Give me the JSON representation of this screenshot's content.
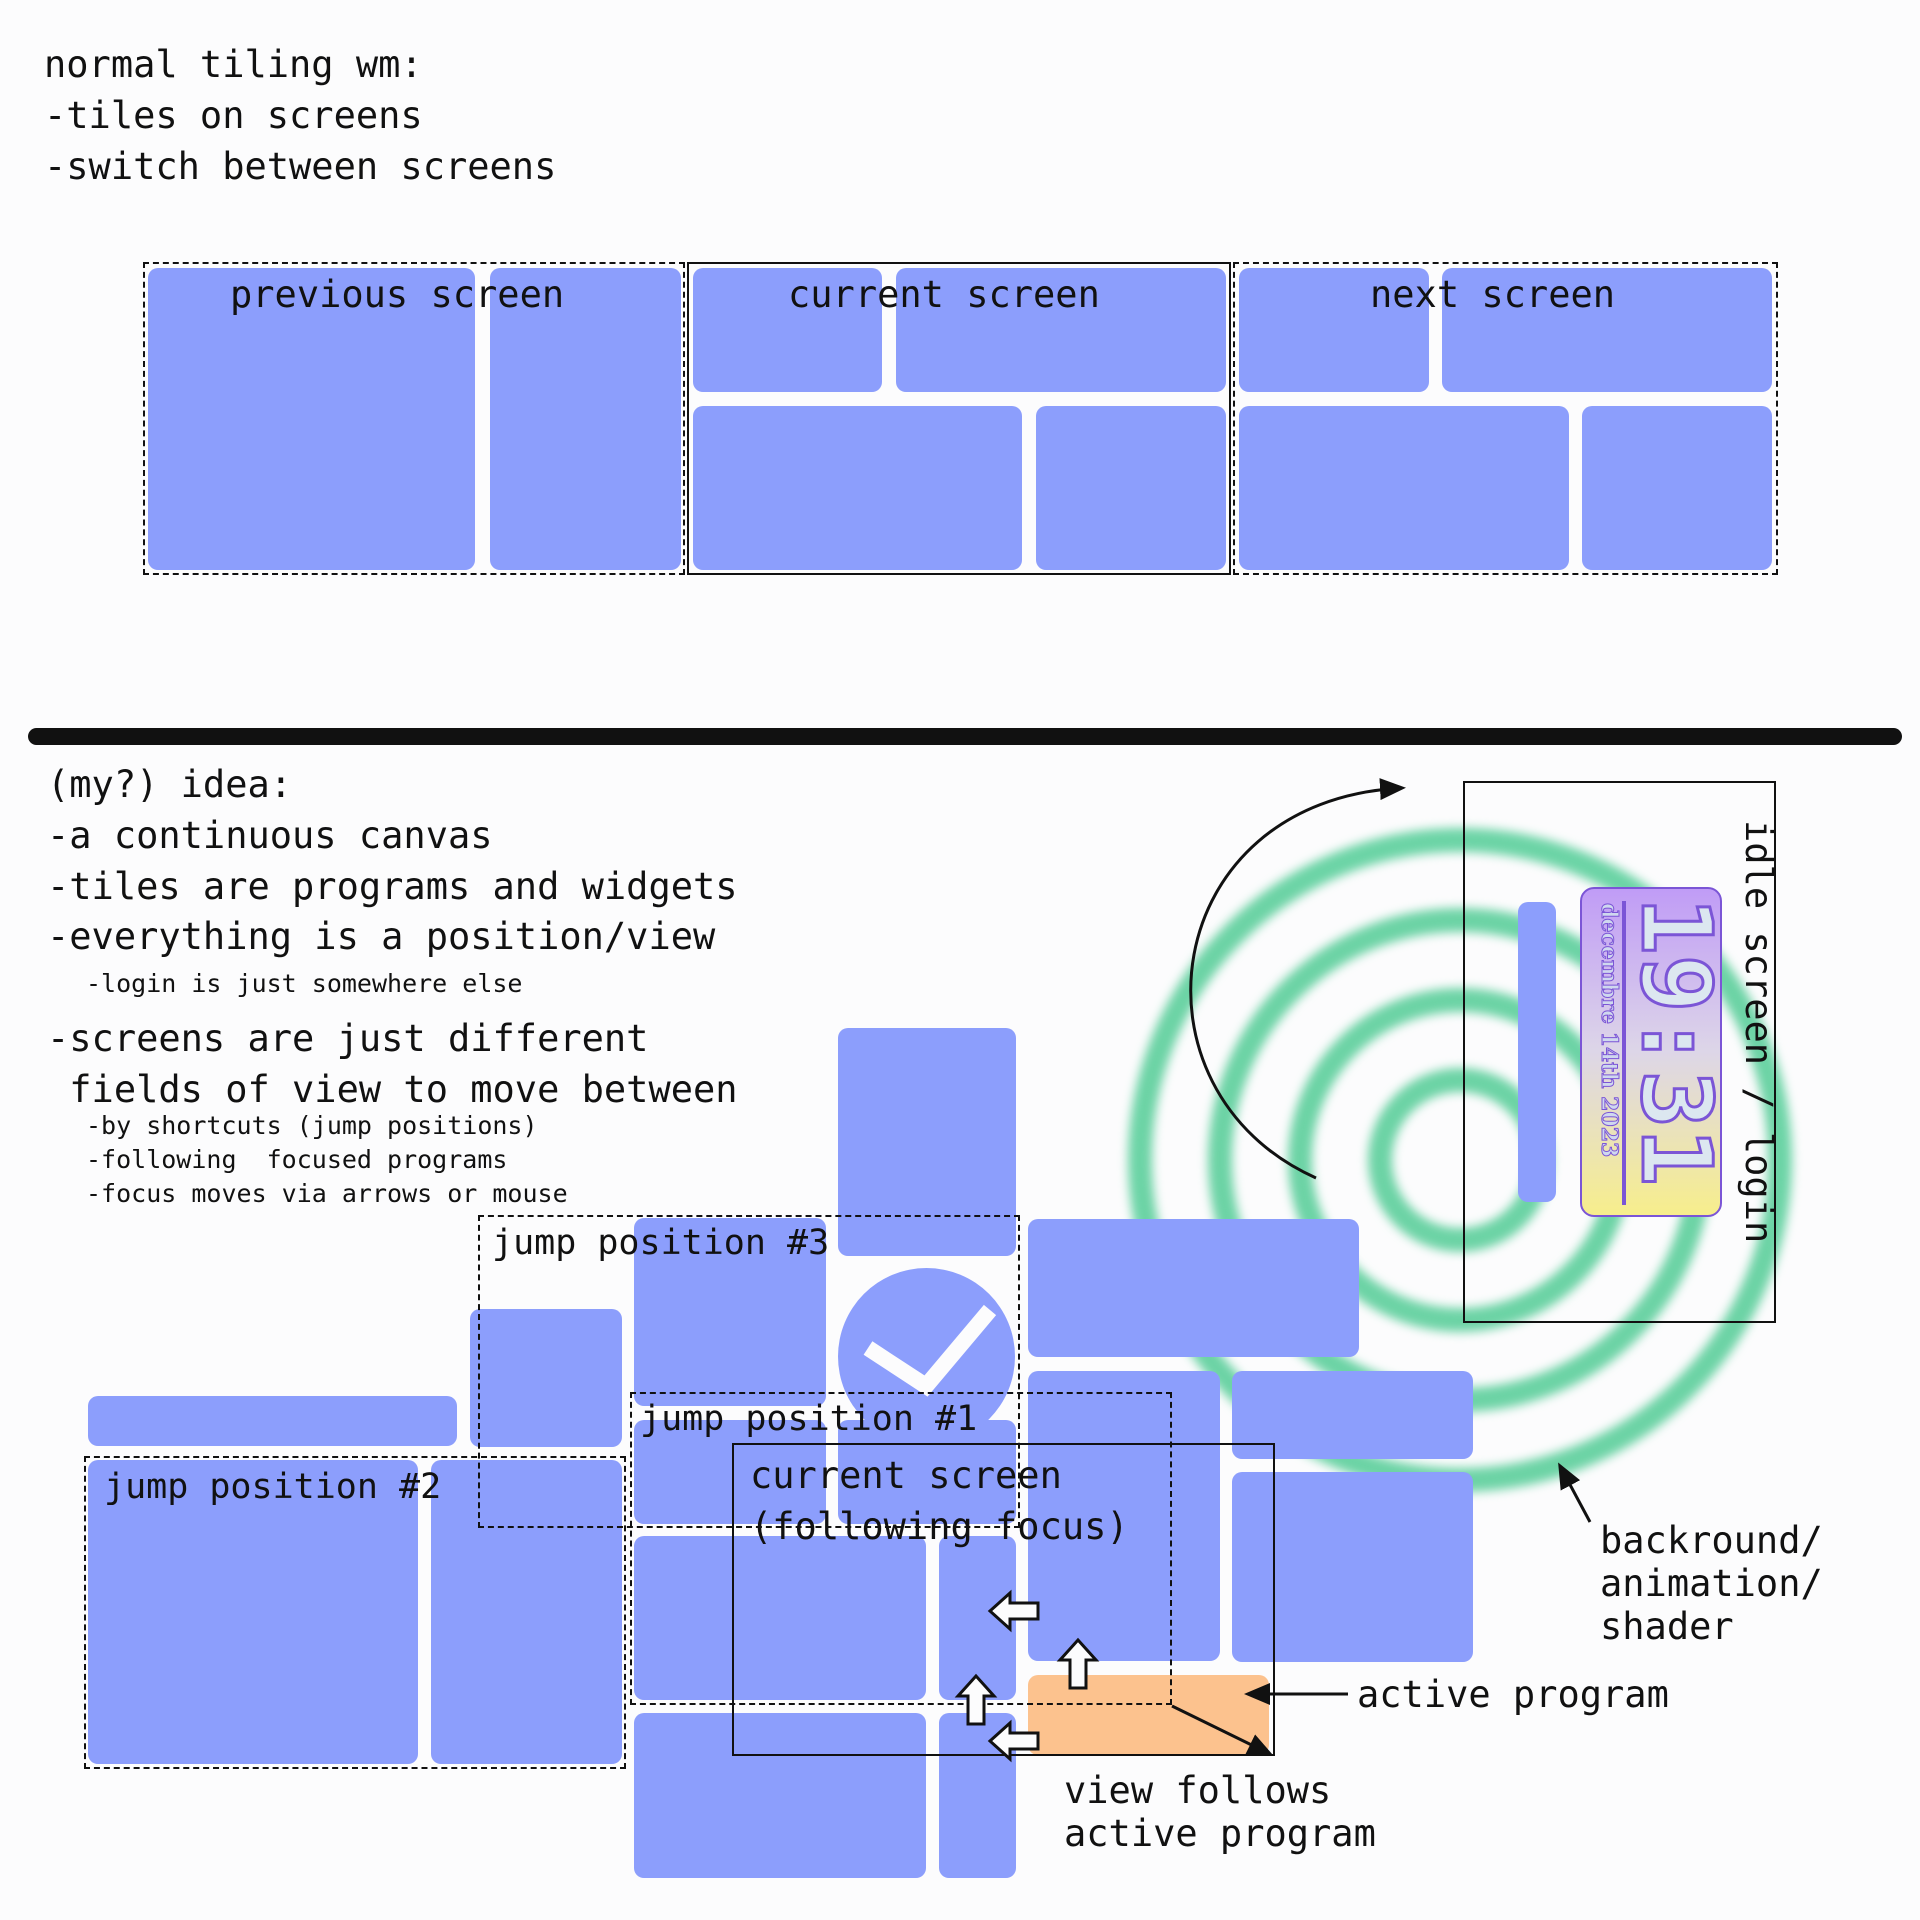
{
  "top": {
    "lines": [
      "normal tiling wm:",
      "-tiles on screens",
      "-switch between screens"
    ],
    "screens": [
      "previous screen",
      "current screen",
      "next screen"
    ]
  },
  "bottom": {
    "idea_lines": [
      "(my?) idea:",
      "-a continuous canvas",
      "-tiles are programs and widgets",
      "-everything is a position/view"
    ],
    "login_note": "-login is just somewhere else",
    "screens_lines": [
      "-screens are just different",
      " fields of view to move between"
    ],
    "sub_notes": [
      "-by shortcuts (jump positions)",
      "-following  focused programs",
      "-focus moves via arrows or mouse"
    ],
    "jump3": "jump position #3",
    "jump1": "jump position #1",
    "jump2": "jump position #2",
    "current_screen": [
      "current screen",
      "(following focus)"
    ],
    "idle_screen": "idle screen / login",
    "clock_time": "19:31",
    "clock_date": "decembre 14th 2023",
    "background_note": [
      "backround/",
      "animation/",
      "shader"
    ],
    "active_program": "active program",
    "view_follows": [
      "view follows",
      "active program"
    ]
  },
  "colors": {
    "tile": "#8c9efc",
    "active": "#fcc28e",
    "rings": "#5ccf9c",
    "widget_outline": "#7b55d6"
  },
  "icons": [
    "checkmark-icon",
    "arrow-left-icon",
    "arrow-up-icon",
    "curved-arrow-icon"
  ]
}
